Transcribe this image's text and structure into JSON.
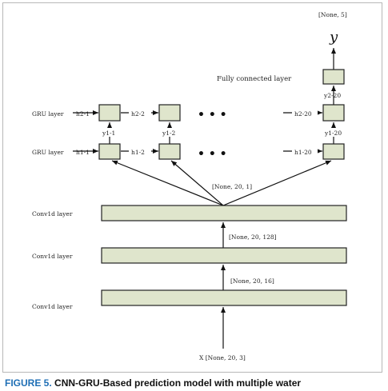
{
  "diagram": {
    "output_shape": "[None, 5]",
    "output_symbol": "y",
    "fc_label": "Fully connected layer",
    "fc_input": "y2-20",
    "gru_top_label": "GRU layer",
    "gru_bottom_label": "GRU layer",
    "top_row": {
      "h_in": "h2-1",
      "h_mid": "h2-2",
      "h_last": "h2-20"
    },
    "bottom_row": {
      "h_in": "h1-1",
      "h_mid": "h1-2",
      "h_last": "h1-20"
    },
    "y_between": [
      "y1-1",
      "y1-2",
      "y1-20"
    ],
    "ellipsis": "• • •",
    "conv_labels": [
      "Conv1d layer",
      "Conv1d layer",
      "Conv1d layer"
    ],
    "shapes": {
      "after_conv3": "[None, 20, 1]",
      "after_conv2": "[None, 20, 128]",
      "after_conv1": "[None, 20, 16]",
      "input": "X [None, 20, 3]"
    }
  },
  "caption": {
    "figure_label": "FIGURE 5.",
    "text": "CNN-GRU-Based prediction model with multiple water"
  }
}
